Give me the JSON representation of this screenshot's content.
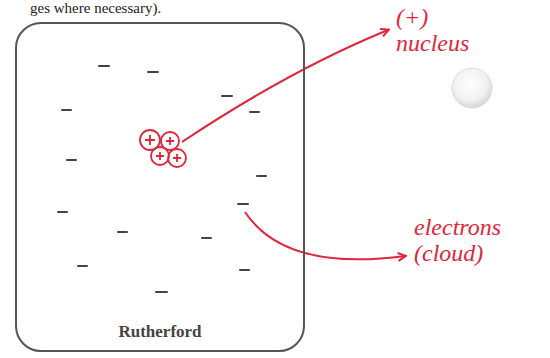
{
  "diagram": {
    "nodes": [
      {
        "text": [
          "Rutherford"
        ]
      }
    ],
    "labels": [
      "ges where necessary).",
      "(+) nucleus",
      "electrons (cloud)"
    ]
  }
}
